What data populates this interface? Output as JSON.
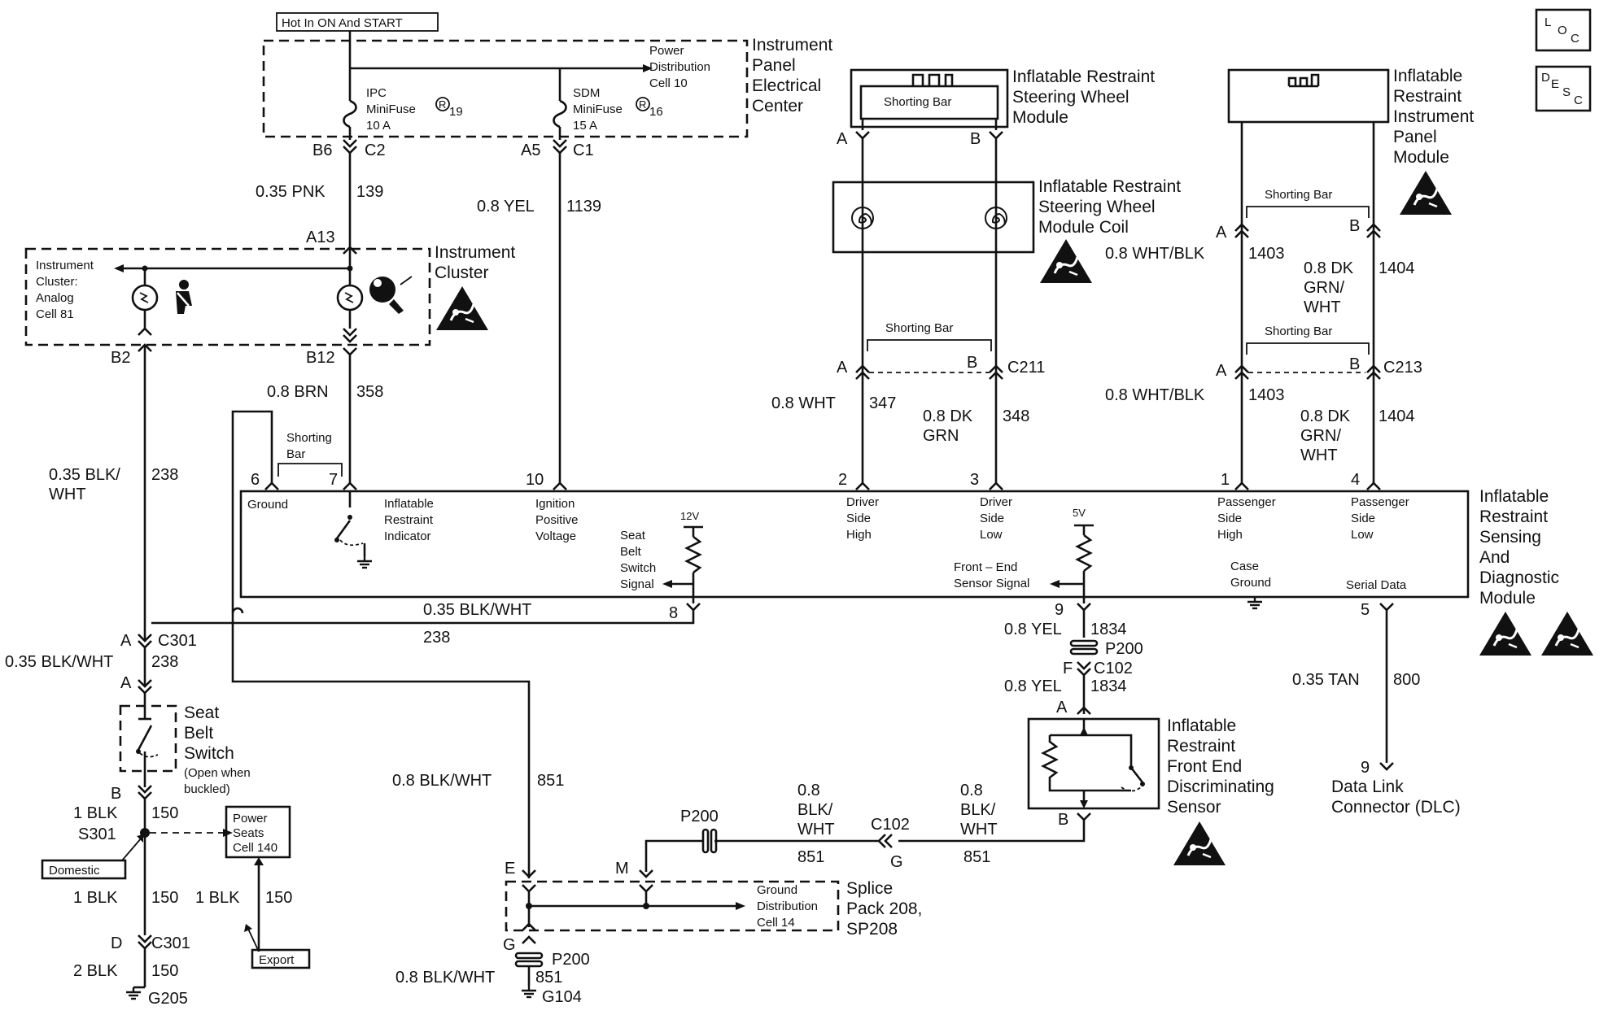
{
  "labels": {
    "hot_in": "Hot In ON And START",
    "pdc_1": "Power",
    "pdc_2": "Distribution",
    "pdc_3": "Cell 10",
    "ipec_1": "Instrument",
    "ipec_2": "Panel",
    "ipec_3": "Electrical",
    "ipec_4": "Center",
    "ipc_fuse_1": "IPC",
    "ipc_fuse_2": "MiniFuse",
    "ipc_fuse_num": "19",
    "ipc_fuse_amp": "10 A",
    "sdm_fuse_1": "SDM",
    "sdm_fuse_2": "MiniFuse",
    "sdm_fuse_num": "16",
    "sdm_fuse_amp": "15 A",
    "reg": "R",
    "b6": "B6",
    "c2": "C2",
    "a5": "A5",
    "c1": "C1",
    "w139_g": "0.35 PNK",
    "w139_n": "139",
    "w1139_g": "0.8 YEL",
    "w1139_n": "1139",
    "a13": "A13",
    "ic_1": "Instrument",
    "ic_2": "Cluster",
    "ica_1": "Instrument",
    "ica_2": "Cluster:",
    "ica_3": "Analog",
    "ica_4": "Cell 81",
    "b2": "B2",
    "b12": "B12",
    "w358_g": "0.8 BRN",
    "w358_n": "358",
    "w238_g1": "0.35 BLK/",
    "w238_g2": "WHT",
    "w238_n": "238",
    "sb_1": "Shorting",
    "sb_2": "Bar",
    "p6": "6",
    "p7": "7",
    "p10": "10",
    "p2": "2",
    "p3": "3",
    "p1": "1",
    "p4": "4",
    "p8": "8",
    "p9": "9",
    "p5": "5",
    "ground": "Ground",
    "iri_1": "Inflatable",
    "iri_2": "Restraint",
    "iri_3": "Indicator",
    "ipv_1": "Ignition",
    "ipv_2": "Positive",
    "ipv_3": "Voltage",
    "v12": "12V",
    "v5": "5V",
    "sbs_1": "Seat",
    "sbs_2": "Belt",
    "sbs_3": "Switch",
    "sbs_4": "Signal",
    "dsh_1": "Driver",
    "dsh_2": "Side",
    "dsh_3": "High",
    "dsl_1": "Driver",
    "dsl_2": "Side",
    "dsl_3": "Low",
    "fes_1": "Front – End",
    "fes_2": "Sensor Signal",
    "psh_1": "Passenger",
    "psh_2": "Side",
    "psh_3": "High",
    "psl_1": "Passenger",
    "psl_2": "Side",
    "psl_3": "Low",
    "cg_1": "Case",
    "cg_2": "Ground",
    "sd": "Serial Data",
    "sdm_1": "Inflatable",
    "sdm_2": "Restraint",
    "sdm_3": "Sensing",
    "sdm_4": "And",
    "sdm_5": "Diagnostic",
    "sdm_6": "Module",
    "irswm_1": "Inflatable Restraint",
    "irswm_2": "Steering Wheel",
    "irswm_3": "Module",
    "shorting_bar": "Shorting Bar",
    "a": "A",
    "b": "B",
    "c": "C",
    "d": "D",
    "e": "E",
    "f": "F",
    "g": "G",
    "m": "M",
    "irswc_1": "Inflatable Restraint",
    "irswc_2": "Steering Wheel",
    "irswc_3": "Module Coil",
    "c211": "C211",
    "c213": "C213",
    "w347_g": "0.8 WHT",
    "w347_n": "347",
    "w348_g1": "0.8 DK",
    "w348_g2": "GRN",
    "w348_n": "348",
    "irip_1": "Inflatable",
    "irip_2": "Restraint",
    "irip_3": "Instrument",
    "irip_4": "Panel",
    "irip_5": "Module",
    "w1403_g": "0.8 WHT/BLK",
    "w1403_n": "1403",
    "w1404_g1": "0.8 DK",
    "w1404_g2": "GRN/",
    "w1404_g3": "WHT",
    "w1404_n": "1404",
    "w238b_g": "0.35 BLK/WHT",
    "w238b_n": "238",
    "c301": "C301",
    "w238c_g": "0.35 BLK/WHT",
    "w238c_n": "238",
    "sbsw_1": "Seat",
    "sbsw_2": "Belt",
    "sbsw_3": "Switch",
    "sbsw_4": "(Open when",
    "sbsw_5": "buckled)",
    "w150a_g": "1 BLK",
    "w150a_n": "150",
    "s301": "S301",
    "ps_1": "Power",
    "ps_2": "Seats",
    "ps_3": "Cell 140",
    "domestic": "Domestic",
    "export": "Export",
    "w150b_g": "1 BLK",
    "w150b_n": "150",
    "w150c_g": "1 BLK",
    "w150c_n": "150",
    "w150d_g": "2 BLK",
    "w150d_n": "150",
    "g205": "G205",
    "w1834a_g": "0.8 YEL",
    "w1834a_n": "1834",
    "p200": "P200",
    "c102": "C102",
    "w1834b_g": "0.8 YEL",
    "w1834b_n": "1834",
    "w800_g": "0.35 TAN",
    "w800_n": "800",
    "fes_s_1": "Inflatable",
    "fes_s_2": "Restraint",
    "fes_s_3": "Front End",
    "fes_s_4": "Discriminating",
    "fes_s_5": "Sensor",
    "dlc_1": "Data Link",
    "dlc_2": "Connector (DLC)",
    "w851a_g": "0.8 BLK/WHT",
    "w851a_n": "851",
    "w851b_g1": "0.8",
    "w851b_g2": "BLK/",
    "w851b_g3": "WHT",
    "w851b_n": "851",
    "w851c_g1": "0.8",
    "w851c_g2": "BLK/",
    "w851c_g3": "WHT",
    "w851c_n": "851",
    "gd_1": "Ground",
    "gd_2": "Distribution",
    "gd_3": "Cell 14",
    "sp_1": "Splice",
    "sp_2": "Pack 208,",
    "sp_3": "SP208",
    "w851d_g": "0.8 BLK/WHT",
    "w851d_n": "851",
    "g104": "G104",
    "loc_1": "L",
    "loc_2": "O",
    "loc_3": "C",
    "desc_1": "D",
    "desc_2": "E",
    "desc_3": "S",
    "desc_4": "C"
  }
}
